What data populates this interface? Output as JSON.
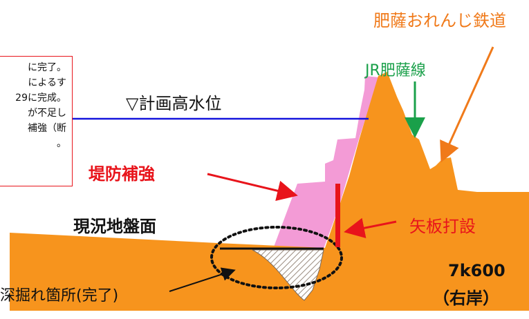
{
  "labels": {
    "railway_orange": "肥薩おれんじ鉄道",
    "railway_jr": "JR肥薩線",
    "water_level": "▽計画高水位",
    "levee_reinforcement": "堤防補強",
    "current_ground": "現況地盤面",
    "sheet_pile": "矢板打設",
    "scour_location": "深掘れ箇所(完了)",
    "station": "7k600",
    "bank": "（右岸）"
  },
  "note_lines": [
    "に完了。",
    "によるす",
    "29に完成。",
    "が不足し",
    "補強（断",
    "。"
  ],
  "colors": {
    "ground": "#f7941d",
    "levee": "#f39bd6",
    "water_line": "#1414dc",
    "arrow_red": "#e8141b",
    "arrow_green": "#1aa04a",
    "arrow_orange": "#f07a1a",
    "label_orange": "#f07a1a",
    "label_green": "#1aa04a",
    "label_red": "#e8141b"
  }
}
